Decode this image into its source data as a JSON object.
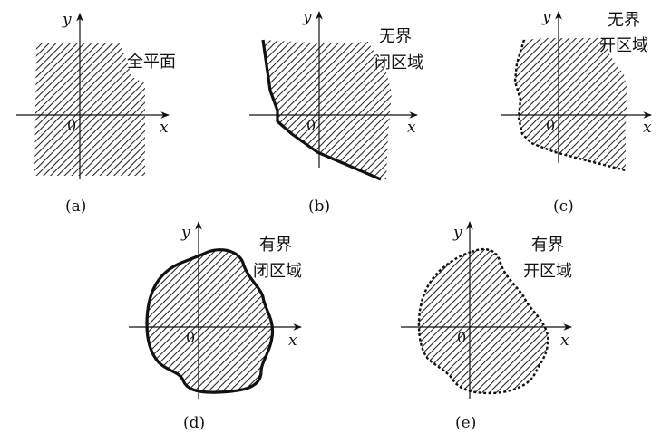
{
  "axes": {
    "x_label": "x",
    "y_label": "y",
    "origin_label": "0"
  },
  "panels": [
    {
      "id": "a",
      "caption": "(a)",
      "title_lines": [
        "全平面"
      ]
    },
    {
      "id": "b",
      "caption": "(b)",
      "title_lines": [
        "无界",
        "闭区域"
      ]
    },
    {
      "id": "c",
      "caption": "(c)",
      "title_lines": [
        "无界",
        "开区域"
      ]
    },
    {
      "id": "d",
      "caption": "(d)",
      "title_lines": [
        "有界",
        "闭区域"
      ]
    },
    {
      "id": "e",
      "caption": "(e)",
      "title_lines": [
        "有界",
        "开区域"
      ]
    }
  ]
}
